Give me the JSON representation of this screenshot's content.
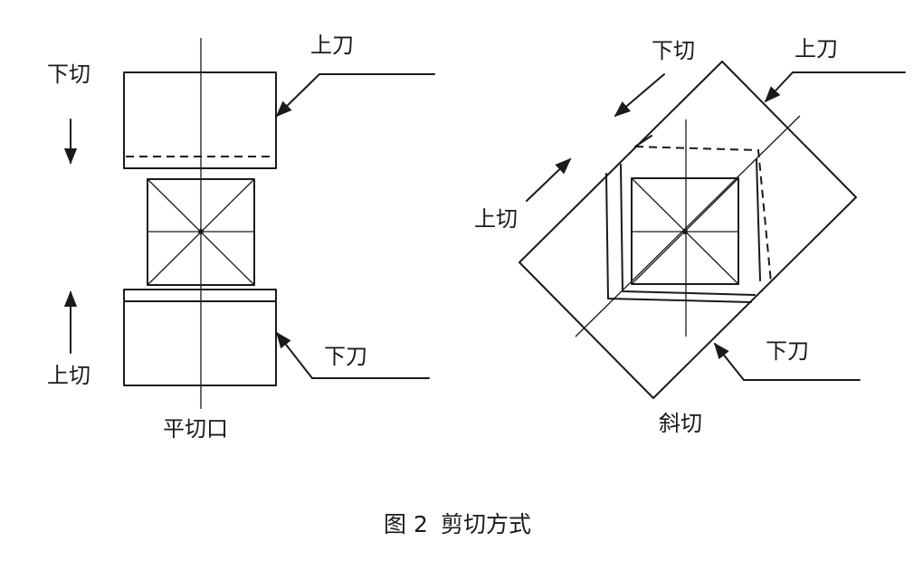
{
  "left": {
    "label_down_cut": "下切",
    "label_upper_blade": "上刀",
    "label_up_cut": "上切",
    "label_lower_blade": "下刀",
    "caption": "平切口"
  },
  "right": {
    "label_down_cut": "下切",
    "label_upper_blade": "上刀",
    "label_up_cut": "上切",
    "label_lower_blade": "下刀",
    "caption": "斜切"
  },
  "figure": {
    "number": "图 2",
    "title": "剪切方式"
  }
}
